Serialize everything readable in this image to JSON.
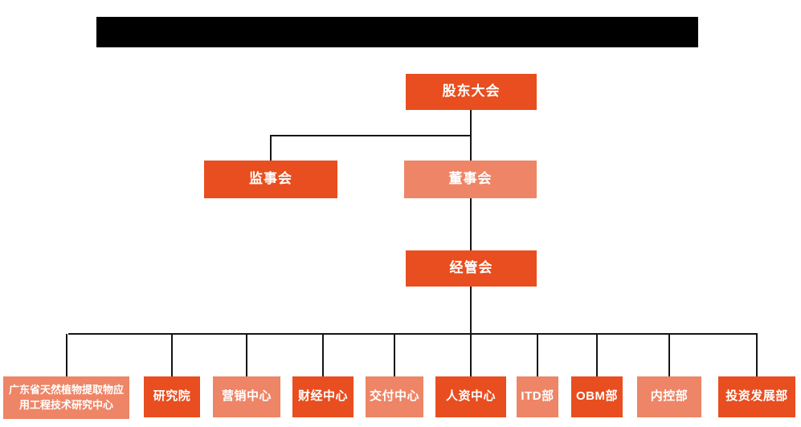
{
  "colors": {
    "primary": "#E84E1F",
    "secondary": "#EE8566",
    "line": "#151515",
    "redaction": "#000000",
    "background": "#FFFFFF",
    "text": "#FFFFFF"
  },
  "org_chart": {
    "root": {
      "label": "股东大会"
    },
    "supervisory": {
      "label": "监事会"
    },
    "board": {
      "label": "董事会"
    },
    "management": {
      "label": "经管会"
    },
    "departments": [
      {
        "label": "广东省天然植物提取物应用工程技术研究中心"
      },
      {
        "label": "研究院"
      },
      {
        "label": "营销中心"
      },
      {
        "label": "财经中心"
      },
      {
        "label": "交付中心"
      },
      {
        "label": "人资中心"
      },
      {
        "label": "ITD部"
      },
      {
        "label": "OBM部"
      },
      {
        "label": "内控部"
      },
      {
        "label": "投资发展部"
      }
    ]
  }
}
